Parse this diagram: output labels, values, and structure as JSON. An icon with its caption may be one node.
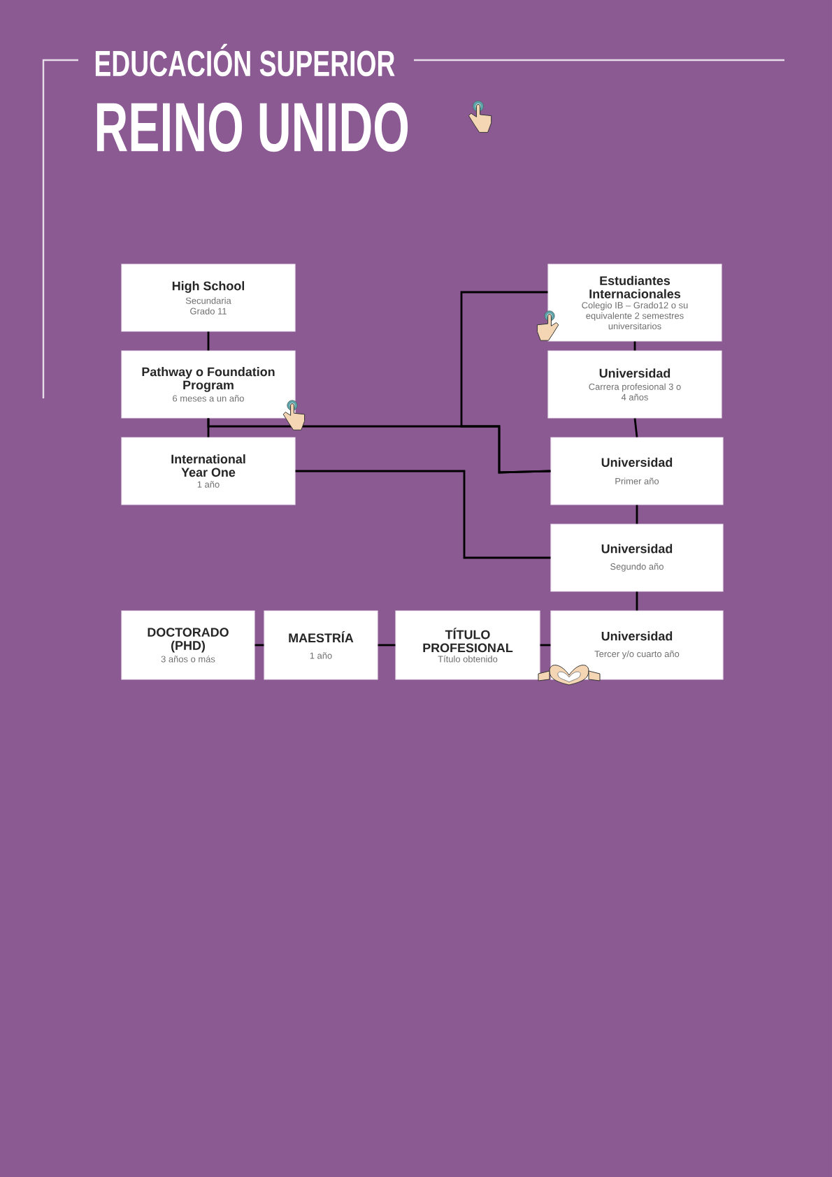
{
  "diagram": {
    "title": "EDUCACIÓN SUPERIOR",
    "nodes": [
      {
        "text": [
          "High School",
          "Secundaria Grado 11"
        ]
      },
      {
        "text": [
          "Pathway o Foundation Program",
          "6 meses a un año"
        ]
      },
      {
        "text": [
          "International Year One",
          "1 año"
        ]
      },
      {
        "text": [
          "Estudiantes Internacionales",
          "Colegio IB – Grado12 o su equivalente 2 semestres universitarios"
        ]
      },
      {
        "text": [
          "Universidad",
          "Carrera profesional 3 o 4 años"
        ]
      },
      {
        "text": [
          "Universidad",
          "Primer año"
        ]
      },
      {
        "text": [
          "Universidad",
          "Segundo año"
        ]
      },
      {
        "text": [
          "Universidad",
          "Tercer y/o cuarto año"
        ]
      },
      {
        "text": [
          "TÍTULO PROFESIONAL",
          "Título obtenido"
        ]
      },
      {
        "text": [
          "MAESTRÍA",
          "1 año"
        ]
      },
      {
        "text": [
          "DOCTORADO (PHD)",
          "3 años o más"
        ]
      }
    ],
    "edges": [
      {
        "from": 0,
        "to": 1,
        "arrow": "none"
      },
      {
        "from": 1,
        "to": 2,
        "arrow": "none"
      },
      {
        "from": 1,
        "to": 5,
        "arrow": "none"
      },
      {
        "from": 3,
        "to": 4,
        "arrow": "none"
      },
      {
        "from": 3,
        "to": 5,
        "arrow": "none"
      },
      {
        "from": 2,
        "to": 6,
        "arrow": "none"
      },
      {
        "from": 4,
        "to": 5,
        "arrow": "none"
      },
      {
        "from": 5,
        "to": 6,
        "arrow": "none"
      },
      {
        "from": 6,
        "to": 7,
        "arrow": "none"
      },
      {
        "from": 7,
        "to": 8,
        "arrow": "none"
      },
      {
        "from": 8,
        "to": 9,
        "arrow": "none"
      },
      {
        "from": 9,
        "to": 10,
        "arrow": "none"
      }
    ],
    "labels": [
      "REINO UNIDO"
    ]
  }
}
